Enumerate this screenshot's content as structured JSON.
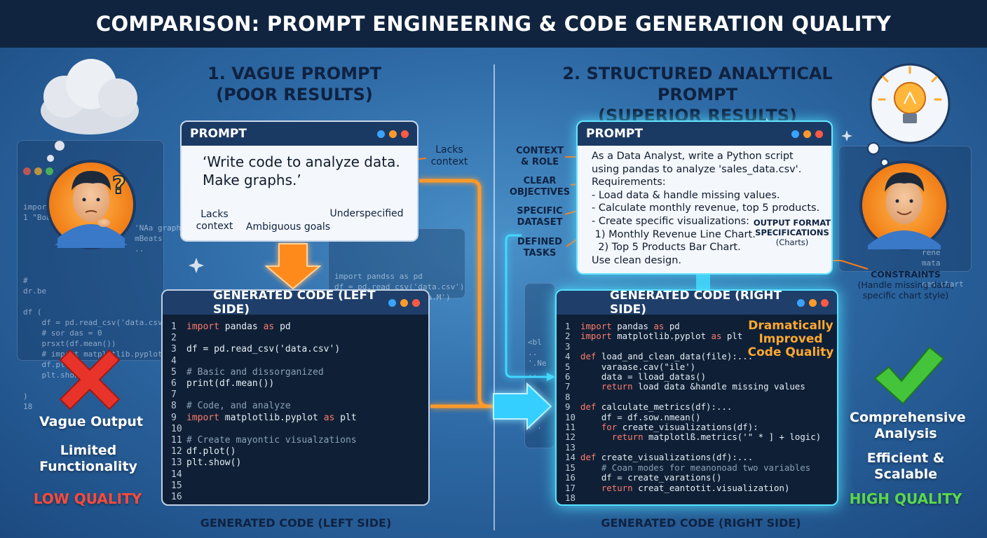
{
  "title": "COMPARISON: PROMPT ENGINEERING & CODE GENERATION QUALITY",
  "left": {
    "heading": [
      "1. VAGUE PROMPT",
      "(POOR RESULTS)"
    ],
    "prompt_window_title": "PROMPT",
    "prompt_text": "‘Write code to analyze data. Make graphs.’",
    "annotations": {
      "lacks_context_right": "Lacks context",
      "lacks_context_bottom": "Lacks context",
      "ambiguous_goals": "Ambiguous goals",
      "underspecified": "Underspecified"
    },
    "code_window_title": "GENERATED CODE (LEFT SIDE)",
    "code_lines": [
      "import pandas as pd",
      "",
      "df = pd.read_csv('data.csv')",
      "",
      "# Basic and dissorganized",
      "print(df.mean())",
      "",
      "# Code, and analyze",
      "import matplotlib.pyplot as plt",
      "",
      "# Create mayontic visualzations",
      "df.plot()",
      "plt.show()",
      "",
      "",
      ""
    ],
    "caption": "GENERATED CODE (LEFT SIDE)",
    "outcomes": [
      "Vague Output",
      "Limited Functionality"
    ],
    "quality": "LOW QUALITY",
    "bg_code_a": "import pandas\n1 \"Boas\n                        'NAa graph\n                        mBeats\n                        ..\n\n\n#\ndr.be\n\ndf (\n    df = pd.read_csv('data.csv')\n    # sor das = 0\n    prsxt(df.mean())\n    # import matplotlib.pyplot as plt\n    df.plot()\n    plt.show()\n\n)\n18",
    "bg_code_b": "import pandss as pd\ndf = pd.read_csv('data.csv')\ndf =pd.read_csv('data.M')\nonect.cosee"
  },
  "right": {
    "heading": [
      "2. STRUCTURED ANALYTICAL PROMPT",
      "(SUPERIOR RESULTS)"
    ],
    "prompt_window_title": "PROMPT",
    "prompt_lines": [
      "As a Data Analyst, write a Python script",
      "using pandas to analyze 'sales_data.csv'.",
      "Requirements:",
      "- Load data & handle missing values.",
      "- Calculate monthly revenue, top 5 products.",
      "- Create specific visualizations:",
      " 1) Monthly Revenue Line Chart.",
      "  2) Top 5 Products Bar Chart.",
      "Use clean design."
    ],
    "labels": {
      "context_role": [
        "CONTEXT",
        "& ROLE"
      ],
      "clear_objectives": [
        "CLEAR",
        "OBJECTIVES"
      ],
      "specific_dataset": [
        "SPECIFIC",
        "DATASET"
      ],
      "defined_tasks": [
        "DEFINED",
        "TASKS"
      ],
      "output_format": [
        "OUTPUT FORMAT",
        "SPECIFICATIONS",
        "(Charts)"
      ],
      "constraints": [
        "CONSTRAINTS",
        "(Handle missing data,",
        "specific chart style)"
      ]
    },
    "code_window_title": "GENERATED CODE (RIGHT SIDE)",
    "code_lines": [
      "import pandas as pd",
      "import matplotlib.pyplot as plt",
      "",
      "def load_and_clean_data(file):...",
      "    varaase.cav(\"ile')",
      "    data = lload_datas()",
      "    return load data &handle missing values",
      "",
      "def calculate_metrics(df):...",
      "    df = df.sow.nmean()",
      "    for create_visualizations(df):",
      "      return matplotlß.metrics('\" * ] + logic)",
      "",
      "def create_visualizations(df):...",
      "    # Coan modes for meanonoad two variables",
      "    df = create_varations()",
      "    return creat_eantotit.visualization)",
      ""
    ],
    "improved_note": [
      "Dramatically",
      "Improved",
      "Code Quality"
    ],
    "caption": "GENERATED CODE (RIGHT SIDE)",
    "outcomes": [
      "Comprehensive Analysis",
      "Efficient & Scalable"
    ],
    "quality": "HIGH QUALITY",
    "bg_code_a": "\"mytho\nmaint\n.\n.\nrene\nmata\n.\neen chart",
    "bg_code_b": "<bl\n..\n'.Ne\n..\n.\n.\n.\n.\n. ."
  },
  "colors": {
    "low_quality": "#ff4a3a",
    "high_quality": "#5bd84a",
    "arrow_orange": "#ff8a1a",
    "arrow_cyan": "#3fd8ff",
    "dot_blue": "#3aa3ff",
    "dot_orange": "#ff9a2a",
    "dot_red": "#ff5a45"
  },
  "icons": [
    "cloud-icon",
    "question-mark-icon",
    "confused-person-icon",
    "cross-icon",
    "lightbulb-icon",
    "thought-bubble-icon",
    "happy-person-icon",
    "checkmark-icon",
    "sparkle-icon"
  ]
}
